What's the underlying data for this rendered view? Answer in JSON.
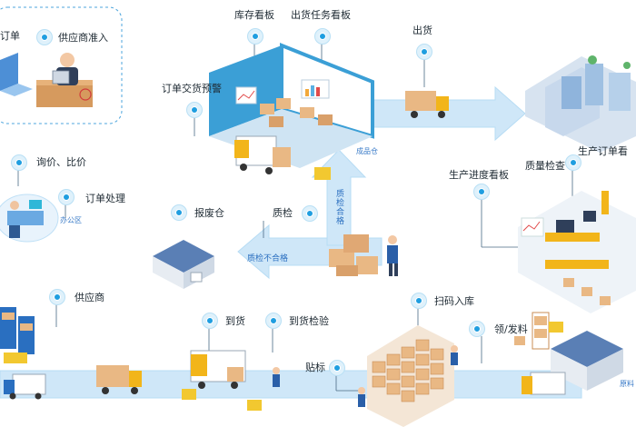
{
  "labels": {
    "dingdan": "订单",
    "gongyingshang_zhunru": "供应商准入",
    "xunjia_bijia": "询价、比价",
    "dingdan_chuli": "订单处理",
    "bangongqu": "办公区",
    "gongyingshang": "供应商",
    "kucun_kanban": "库存看板",
    "chuhuo_renwu_kanban": "出货任务看板",
    "dingdan_jiaohuo_yujing": "订单交货预警",
    "chuhuo": "出货",
    "chengpincang": "成品仓",
    "shengchan_dingdan_kanban": "生产订单看",
    "shengchan_jindu_kanban": "生产进度看板",
    "zhiliang_jiancha": "质量检查",
    "baofeicang": "报废仓",
    "zhijian": "质检",
    "zhijian_hege": "质检合格",
    "zhijian_buhege": "质检不合格",
    "daohuo": "到货",
    "daohuo_jianyan": "到货检验",
    "tiebiao": "贴标",
    "saoma_ruku": "扫码入库",
    "ling_faliao": "领/发料",
    "yuanliao": "原料"
  },
  "colors": {
    "arrow": "#cfe7f8",
    "arrow_edge": "#b7dcf4",
    "pin": "#1f9ee0",
    "dash": "#4ea6dd",
    "box": "#e9b884",
    "box_dark": "#c98d55",
    "roof": "#5a7fb5",
    "truck_cab": "#f2b51a",
    "building": "#d7e3f0",
    "rack": "#2a6fc0"
  }
}
